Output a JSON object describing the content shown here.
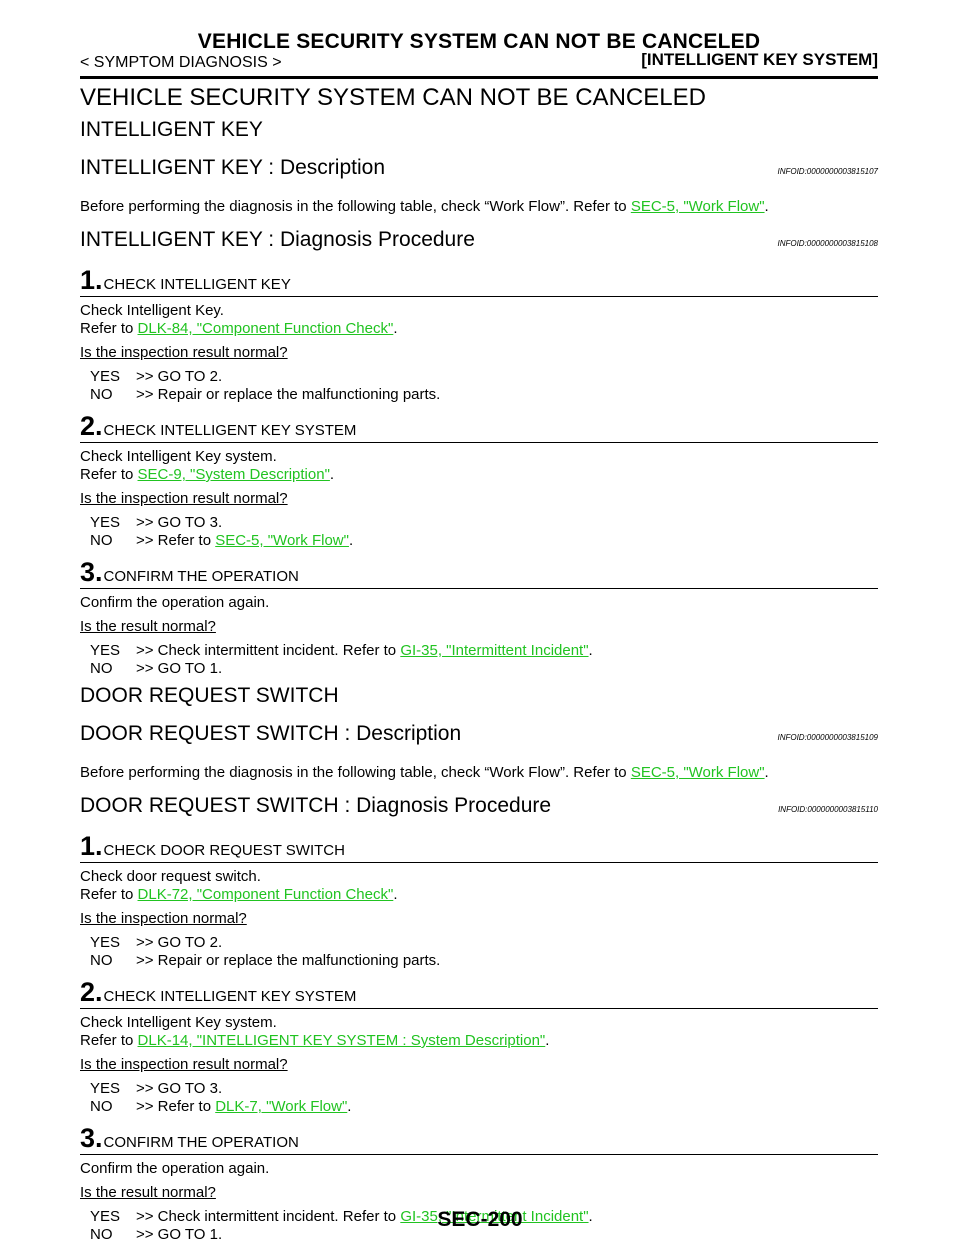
{
  "header": {
    "title": "VEHICLE SECURITY SYSTEM CAN NOT BE CANCELED",
    "breadcrumb": "< SYMPTOM DIAGNOSIS >",
    "system": "[INTELLIGENT KEY SYSTEM]"
  },
  "main_title": "VEHICLE SECURITY SYSTEM CAN NOT BE CANCELED",
  "sections": [
    {
      "heading": "INTELLIGENT KEY",
      "description": {
        "title": "INTELLIGENT KEY : Description",
        "infoid": "INFOID:0000000003815107",
        "text_before": "Before performing the diagnosis in the following table, check “Work Flow”. Refer to ",
        "link": "SEC-5, \"Work Flow\"",
        "text_after": "."
      },
      "procedure": {
        "title": "INTELLIGENT KEY : Diagnosis Procedure",
        "infoid": "INFOID:0000000003815108",
        "steps": [
          {
            "num": "1",
            "title": "CHECK INTELLIGENT KEY",
            "line1": "Check Intelligent Key.",
            "refer_prefix": "Refer to ",
            "refer_link": "DLK-84, \"Component Function Check\"",
            "refer_suffix": ".",
            "question": "Is the inspection result normal?",
            "yes_key": "YES",
            "yes_text": ">> GO TO 2.",
            "yes_link": "",
            "yes_suffix": "",
            "no_key": "NO",
            "no_text": ">> Repair or replace the malfunctioning parts.",
            "no_link": "",
            "no_suffix": ""
          },
          {
            "num": "2",
            "title": "CHECK INTELLIGENT KEY SYSTEM",
            "line1": "Check Intelligent Key system.",
            "refer_prefix": "Refer to ",
            "refer_link": "SEC-9, \"System Description\"",
            "refer_suffix": ".",
            "question": "Is the inspection result normal?",
            "yes_key": "YES",
            "yes_text": ">> GO TO 3.",
            "yes_link": "",
            "yes_suffix": "",
            "no_key": "NO",
            "no_text": ">> Refer to ",
            "no_link": "SEC-5, \"Work Flow\"",
            "no_suffix": "."
          },
          {
            "num": "3",
            "title": "CONFIRM THE OPERATION",
            "line1": "Confirm the operation again.",
            "question": "Is the result normal?",
            "yes_key": "YES",
            "yes_text": ">> Check intermittent incident. Refer to ",
            "yes_link": "GI-35, \"Intermittent Incident\"",
            "yes_suffix": ".",
            "no_key": "NO",
            "no_text": ">> GO TO 1.",
            "no_link": "",
            "no_suffix": ""
          }
        ]
      }
    },
    {
      "heading": "DOOR REQUEST SWITCH",
      "description": {
        "title": "DOOR REQUEST SWITCH : Description",
        "infoid": "INFOID:0000000003815109",
        "text_before": "Before performing the diagnosis in the following table, check “Work Flow”. Refer to ",
        "link": "SEC-5, \"Work Flow\"",
        "text_after": "."
      },
      "procedure": {
        "title": "DOOR REQUEST SWITCH : Diagnosis Procedure",
        "infoid": "INFOID:0000000003815110",
        "steps": [
          {
            "num": "1",
            "title": "CHECK DOOR REQUEST SWITCH",
            "line1": "Check door request switch.",
            "refer_prefix": "Refer to ",
            "refer_link": "DLK-72, \"Component Function Check\"",
            "refer_suffix": ".",
            "question": "Is the inspection normal?",
            "yes_key": "YES",
            "yes_text": ">> GO TO 2.",
            "yes_link": "",
            "yes_suffix": "",
            "no_key": "NO",
            "no_text": ">> Repair or replace the malfunctioning parts.",
            "no_link": "",
            "no_suffix": ""
          },
          {
            "num": "2",
            "title": "CHECK INTELLIGENT KEY SYSTEM",
            "line1": "Check Intelligent Key system.",
            "refer_prefix": "Refer to ",
            "refer_link": "DLK-14, \"INTELLIGENT KEY SYSTEM : System Description\"",
            "refer_suffix": ".",
            "question": "Is the inspection result normal?",
            "yes_key": "YES",
            "yes_text": ">> GO TO 3.",
            "yes_link": "",
            "yes_suffix": "",
            "no_key": "NO",
            "no_text": ">> Refer to ",
            "no_link": "DLK-7, \"Work Flow\"",
            "no_suffix": "."
          },
          {
            "num": "3",
            "title": "CONFIRM THE OPERATION",
            "line1": "Confirm the operation again.",
            "question": "Is the result normal?",
            "yes_key": "YES",
            "yes_text": ">> Check intermittent incident. Refer to ",
            "yes_link": "GI-35, \"Intermittent Incident\"",
            "yes_suffix": ".",
            "no_key": "NO",
            "no_text": ">> GO TO 1.",
            "no_link": "",
            "no_suffix": ""
          }
        ]
      }
    }
  ],
  "footer": {
    "page_number": "SEC-200"
  },
  "colors": {
    "link": "#21c321",
    "text": "#000000"
  }
}
